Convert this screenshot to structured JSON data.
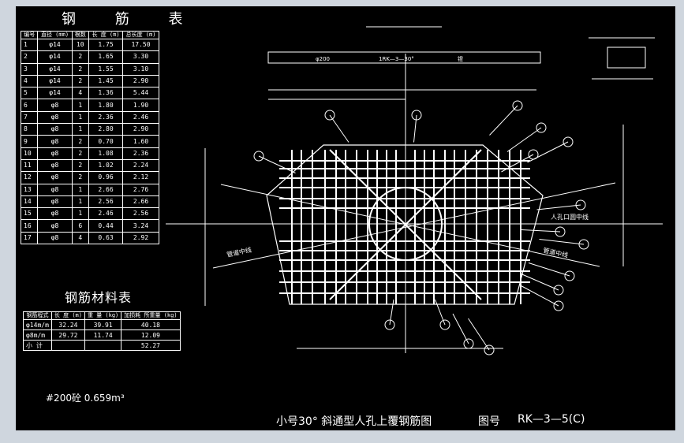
{
  "rebar_table": {
    "title": "钢 筋 表",
    "headers": [
      "编号",
      "直径 (mm)",
      "根数",
      "长 度 (m)",
      "总长度 (m)"
    ],
    "rows": [
      [
        "1",
        "φ14",
        "10",
        "1.75",
        "17.50"
      ],
      [
        "2",
        "φ14",
        "2",
        "1.65",
        "3.30"
      ],
      [
        "3",
        "φ14",
        "2",
        "1.55",
        "3.10"
      ],
      [
        "4",
        "φ14",
        "2",
        "1.45",
        "2.90"
      ],
      [
        "5",
        "φ14",
        "4",
        "1.36",
        "5.44"
      ],
      [
        "6",
        "φ8",
        "1",
        "1.80",
        "1.90"
      ],
      [
        "7",
        "φ8",
        "1",
        "2.36",
        "2.46"
      ],
      [
        "8",
        "φ8",
        "1",
        "2.80",
        "2.90"
      ],
      [
        "9",
        "φ8",
        "2",
        "0.70",
        "1.60"
      ],
      [
        "10",
        "φ8",
        "2",
        "1.08",
        "2.36"
      ],
      [
        "11",
        "φ8",
        "2",
        "1.02",
        "2.24"
      ],
      [
        "12",
        "φ8",
        "2",
        "0.96",
        "2.12"
      ],
      [
        "13",
        "φ8",
        "1",
        "2.66",
        "2.76"
      ],
      [
        "14",
        "φ8",
        "1",
        "2.56",
        "2.66"
      ],
      [
        "15",
        "φ8",
        "1",
        "2.46",
        "2.56"
      ],
      [
        "16",
        "φ8",
        "6",
        "0.44",
        "3.24"
      ],
      [
        "17",
        "φ8",
        "4",
        "0.63",
        "2.92"
      ]
    ]
  },
  "material_table": {
    "title": "钢筋材料表",
    "headers": [
      "钢筋程式",
      "长 度 (m)",
      "重 量 (kg)",
      "加损耗 所重量 (kg)"
    ],
    "rows": [
      [
        "φ14m/m",
        "32.24",
        "39.91",
        "40.18"
      ],
      [
        "φ8m/m",
        "29.72",
        "11.74",
        "12.09"
      ],
      [
        "小 计",
        "",
        "",
        "52.27"
      ]
    ]
  },
  "concrete_note": "#200砼 0.659m³",
  "drawing": {
    "title": "小号30° 斜通型人孔上覆钢筋图",
    "drawing_no_label": "图号",
    "drawing_no": "RK—3—5(C)",
    "label_manhole_center": "人孔口圆中线",
    "label_conduit_center_left": "管道中线",
    "label_conduit_center_right": "管道中线",
    "top_bar_label_left": "φ200",
    "top_bar_label_mid": "1RK—3—30°",
    "top_bar_label_right": "镫"
  },
  "colors": {
    "background": "#000000",
    "frame": "#cfd6de",
    "lines": "#ffffff"
  }
}
